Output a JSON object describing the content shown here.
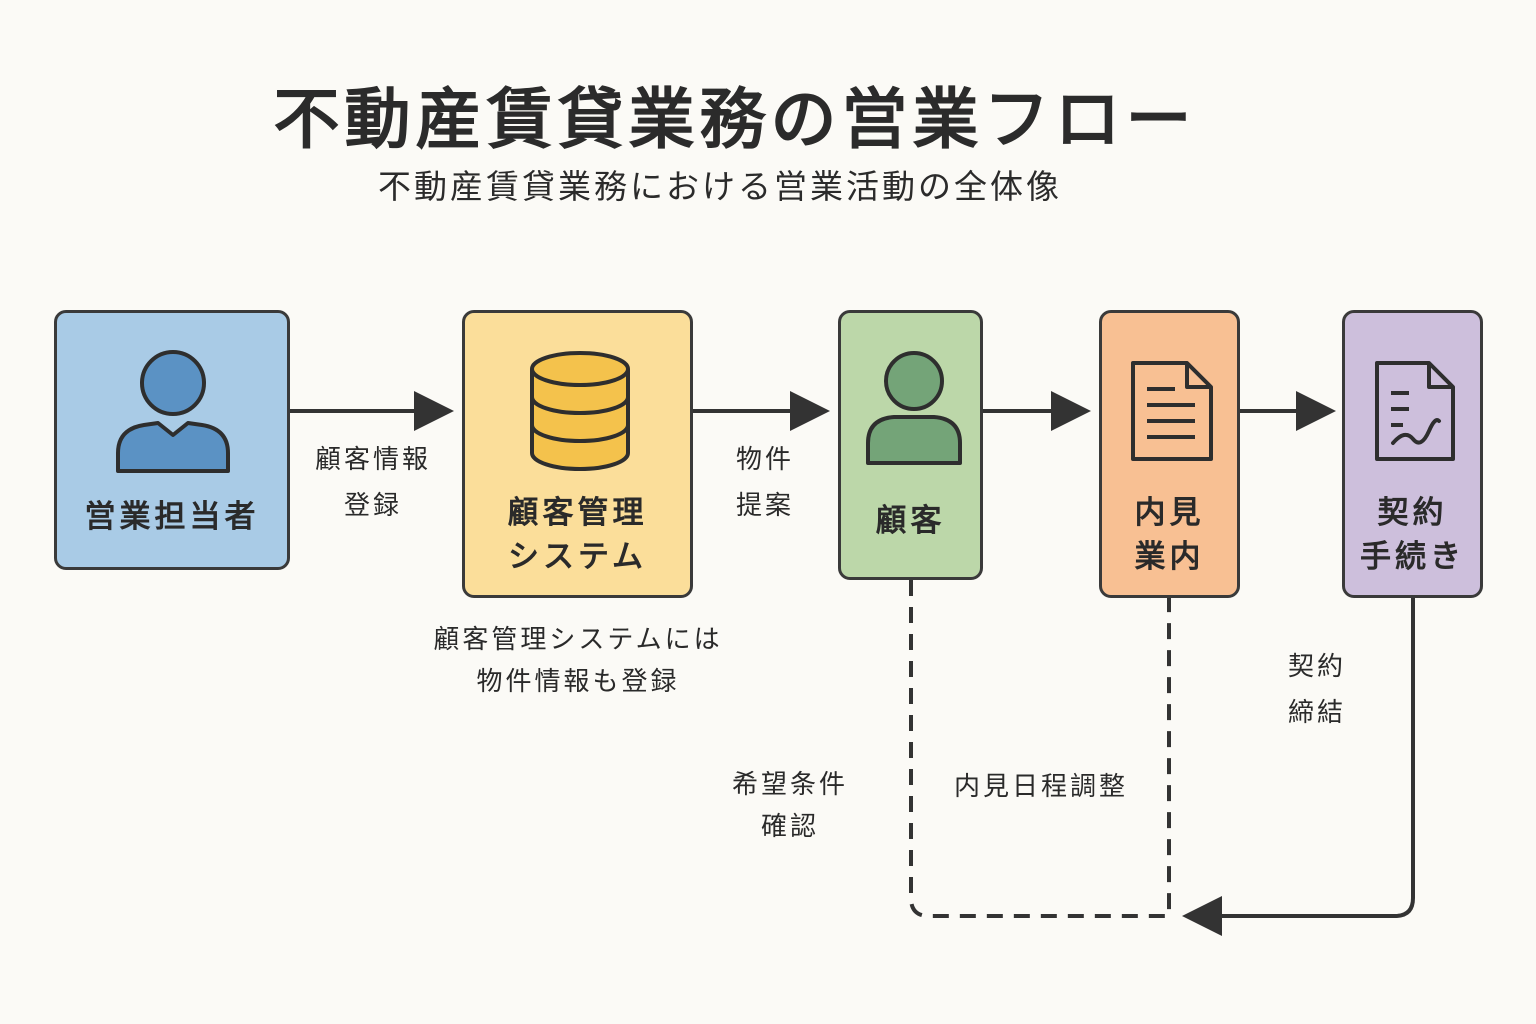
{
  "title": "不動産賃貸業務の営業フロー",
  "subtitle": "不動産賃貸業務における営業活動の全体像",
  "nodes": [
    {
      "id": "sales-rep",
      "label": "営業担当者",
      "icon": "person-icon",
      "fill": "#a9cbe6",
      "icon_color": "#5b92c4"
    },
    {
      "id": "crm",
      "label": "顧客管理\nシステム",
      "icon": "database-icon",
      "fill": "#fbde9a",
      "icon_color": "#f4c24c"
    },
    {
      "id": "customer",
      "label": "顧客",
      "icon": "person-icon",
      "fill": "#bcd7a9",
      "icon_color": "#74a478"
    },
    {
      "id": "viewing",
      "label": "内見\n業内",
      "icon": "document-icon",
      "fill": "#f8c093",
      "icon_color": "#f8c093"
    },
    {
      "id": "contract",
      "label": "契約\n手続き",
      "icon": "contract-document-icon",
      "fill": "#cdbfdc",
      "icon_color": "#cdbfdc"
    }
  ],
  "edge_labels": {
    "register": "顧客情報\n登録",
    "propose": "物件\n提案",
    "crm_note": "顧客管理システムには\n物件情報も登録",
    "conditions": "希望条件\n確認",
    "schedule": "内見日程調整",
    "signing": "契約\n締結"
  },
  "colors": {
    "line": "#333333",
    "background": "#fbfaf6"
  }
}
